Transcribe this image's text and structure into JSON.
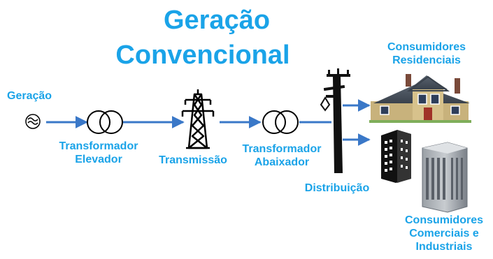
{
  "title": {
    "line1": "Geração",
    "line2": "Convencional"
  },
  "labels": {
    "geracao": "Geração",
    "transformador_elevador": [
      "Transformador",
      "Elevador"
    ],
    "transmissao": "Transmissão",
    "transformador_abaixador": [
      "Transformador",
      "Abaixador"
    ],
    "distribuicao": "Distribuição",
    "consumidores_residenciais": [
      "Consumidores",
      "Residenciais"
    ],
    "consumidores_comerciais": [
      "Consumidores",
      "Comerciais e",
      "Industriais"
    ]
  },
  "colors": {
    "text": "#1aa3e8",
    "line": "#3a78c8",
    "icon": "#000000"
  }
}
